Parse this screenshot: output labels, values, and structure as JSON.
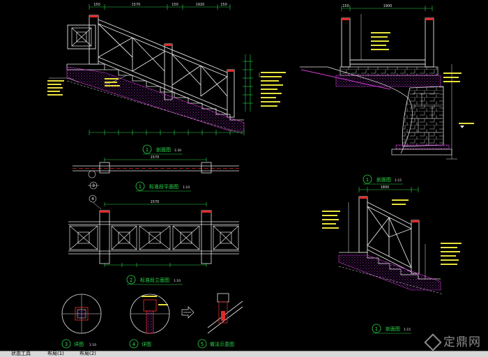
{
  "drawing": {
    "section_view_title": "剖面图",
    "section_view_scale": "1:30",
    "section_view_number": "1",
    "plan_title": "标准段平面图",
    "plan_scale": "1:10",
    "plan_number": "1",
    "elev_title": "标准段立面图",
    "elev_scale": "1:10",
    "elev_number": "2",
    "right_section_title": "剖面图",
    "right_section_scale": "1:15",
    "right_section_number": "1",
    "bottom_right_title": "剖面图",
    "bottom_right_scale": "1:15",
    "bottom_right_number": "1",
    "detail3_title": "详图",
    "detail3_scale": "1:10",
    "detail3_number": "3",
    "detail4_title": "详图",
    "detail4_number": "4",
    "detail5_title": "做法示意图",
    "detail5_number": "5",
    "callout_2": "2",
    "callout_3": "3",
    "callout_4": "4"
  },
  "dimensions": {
    "top_a": "150",
    "top_b": "1570",
    "top_c": "150",
    "top_d": "1920",
    "top_e": "150",
    "plan_dim": "1570",
    "elev_dim": "1570",
    "right_top": "150",
    "right_top2": "1900",
    "right_mid": "1800"
  },
  "statusbar": {
    "item1": "状态工具",
    "item2": "布局(1)",
    "item3": "布局(2)"
  },
  "watermark": {
    "text": "定鼎网"
  },
  "colors": {
    "background": "#000000",
    "line_white": "#e6e6e6",
    "line_green": "#2bd94a",
    "line_yellow": "#e9e23a",
    "line_magenta": "#d23ad8",
    "line_cyan": "#31d6e0",
    "line_red": "#e02a2a",
    "line_orange": "#e8902a"
  }
}
